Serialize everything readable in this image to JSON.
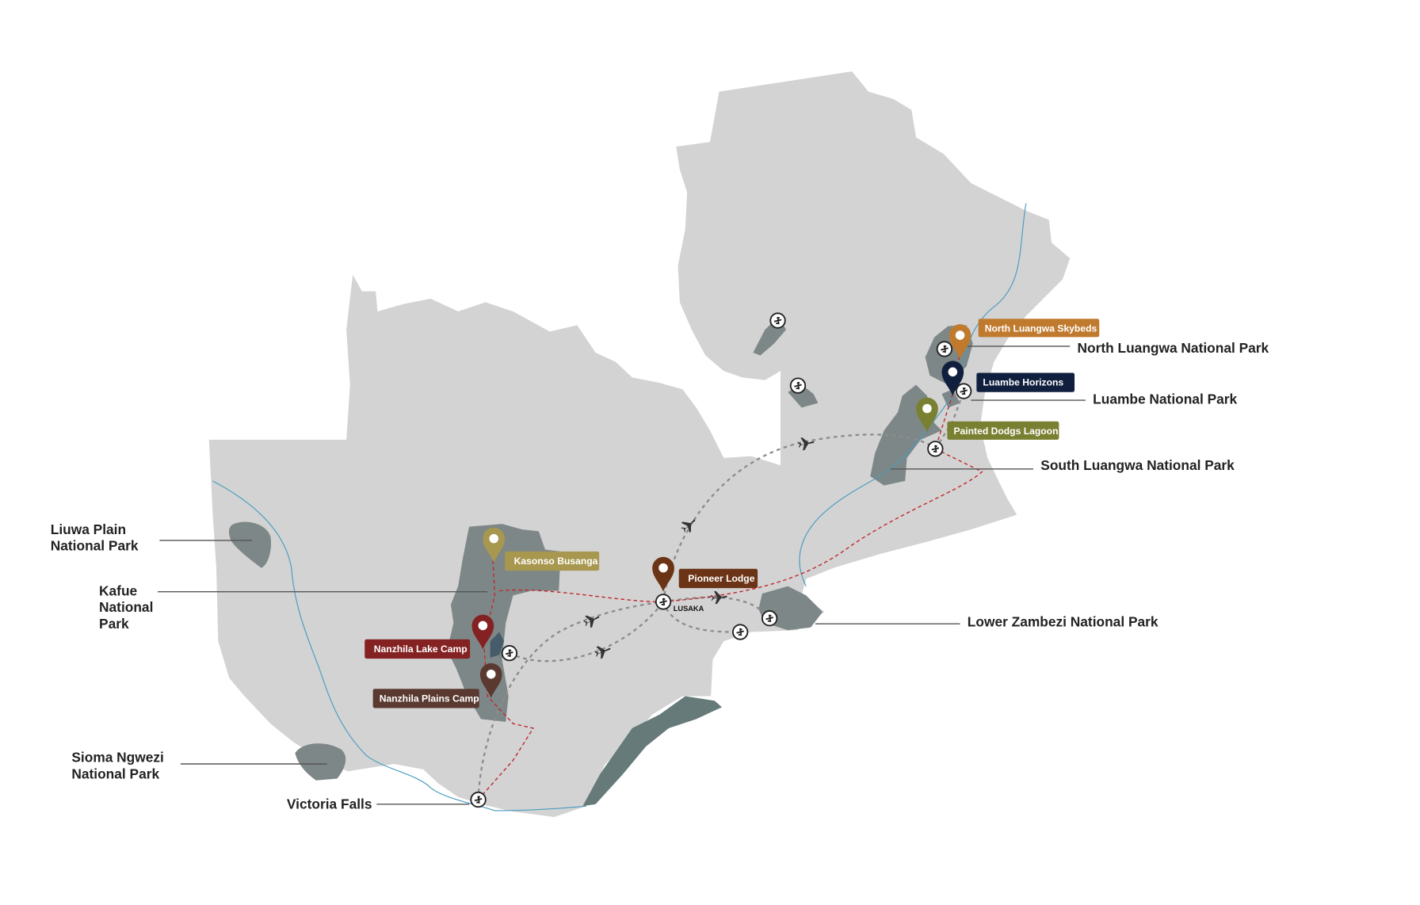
{
  "map": {
    "colors": {
      "land": "#d3d3d3",
      "park": "#7e8787",
      "river": "#4a9cc0",
      "route_air": "#8c8c8c",
      "route_road": "#c0282d"
    },
    "parks": [
      {
        "label_lines": [
          "Liuwa Plain",
          "National Park"
        ]
      },
      {
        "label_lines": [
          "Kafue",
          "National",
          "Park"
        ]
      },
      {
        "label_lines": [
          "Sioma Ngwezi",
          "National Park"
        ]
      },
      {
        "label_lines": [
          "North Luangwa National Park"
        ]
      },
      {
        "label_lines": [
          "Luambe National Park"
        ]
      },
      {
        "label_lines": [
          "South Luangwa National Park"
        ]
      },
      {
        "label_lines": [
          "Lower Zambezi National Park"
        ]
      }
    ],
    "places": {
      "victoria_falls": "Victoria Falls",
      "lusaka": "LUSAKA"
    },
    "camps": [
      {
        "name": "North Luangwa Skybeds",
        "color": "#c07a2e"
      },
      {
        "name": "Luambe Horizons",
        "color": "#0f1f3d"
      },
      {
        "name": "Painted Dodgs Lagoon",
        "color": "#7a8032"
      },
      {
        "name": "Kasonso Busanga",
        "color": "#a8974f"
      },
      {
        "name": "Pioneer Lodge",
        "color": "#6b3416"
      },
      {
        "name": "Nanzhila Lake Camp",
        "color": "#842223"
      },
      {
        "name": "Nanzhila Plains Camp",
        "color": "#5a3a30"
      }
    ],
    "icons": {
      "airport": "airport-icon",
      "plane": "plane-icon",
      "pin": "map-pin-icon"
    }
  }
}
